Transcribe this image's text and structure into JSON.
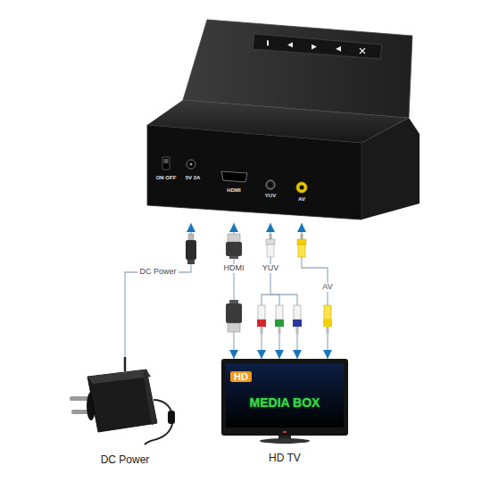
{
  "diagram": {
    "nodes": [
      {
        "text": [
          "ON OFF",
          "5V 2A",
          "HDMI",
          "YUV",
          "AV"
        ]
      },
      {
        "text": [
          "DC Power"
        ]
      },
      {
        "text": [
          "HD",
          "MEDIA BOX",
          "HD TV"
        ]
      }
    ],
    "edges": [
      {
        "from": 1,
        "to": 0,
        "arrow": "to",
        "label": "DC Power"
      },
      {
        "from": 0,
        "to": 2,
        "arrow": "both",
        "label": "HDMI"
      },
      {
        "from": 0,
        "to": 2,
        "arrow": "both",
        "label": "YUV"
      },
      {
        "from": 0,
        "to": 2,
        "arrow": "both",
        "label": "AV"
      }
    ]
  }
}
